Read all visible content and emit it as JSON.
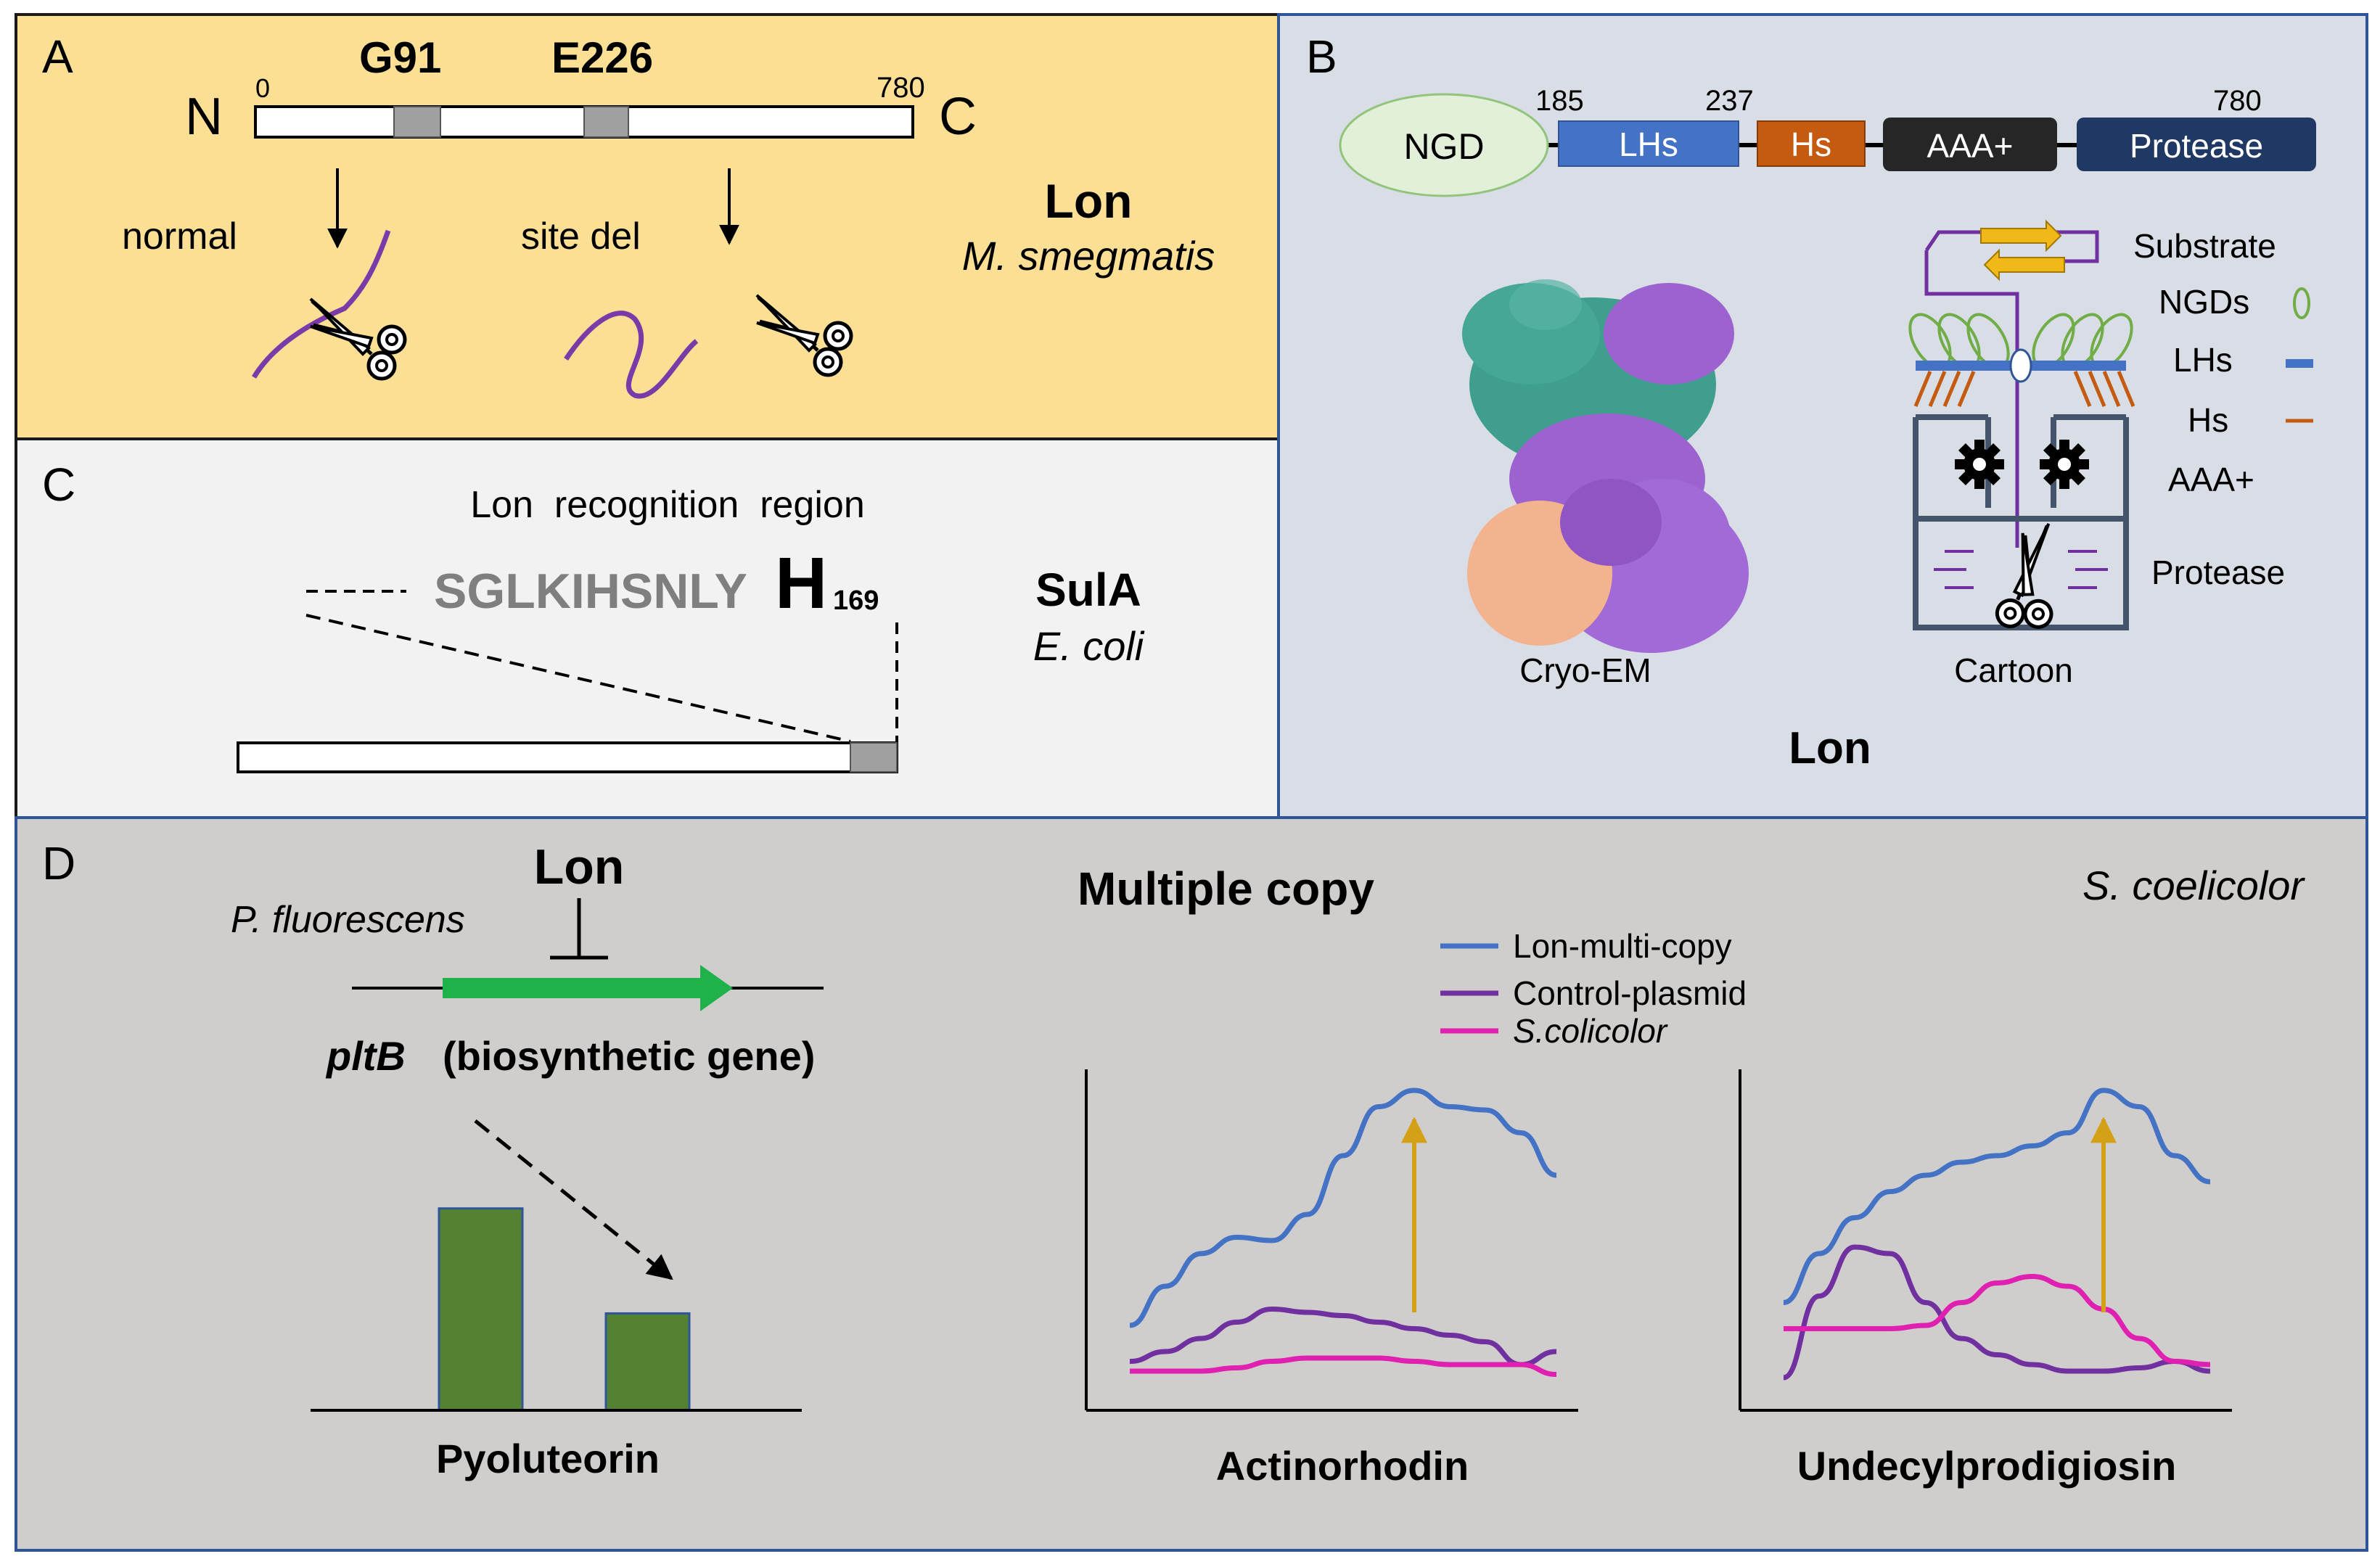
{
  "panel_a": {
    "letter": "A",
    "pos_start": "0",
    "pos_end": "780",
    "site1": "G91",
    "site2": "E226",
    "n_term": "N",
    "c_term": "C",
    "label_normal": "normal",
    "label_site_del": "site del",
    "protein": "Lon",
    "organism": "M. smegmatis",
    "colors": {
      "background": "#fbdf94",
      "border": "#1a1a1a",
      "site_box": "#a0a0a0",
      "substrate": "#7a3aa8"
    }
  },
  "panel_b": {
    "letter": "B",
    "domains": {
      "ngd": "NGD",
      "lhs": "LHs",
      "hs": "Hs",
      "aaa": "AAA+",
      "protease": "Protease"
    },
    "pos_185": "185",
    "pos_237": "237",
    "pos_780": "780",
    "legend": {
      "substrate": "Substrate",
      "ngds": "NGDs",
      "lhs": "LHs",
      "hs": "Hs",
      "aaa": "AAA+",
      "protease": "Protease"
    },
    "caption_cryo": "Cryo-EM",
    "caption_cartoon": "Cartoon",
    "title": "Lon",
    "colors": {
      "background": "#d9dde6",
      "ngd": "#e2f0d9",
      "lhs": "#4472c4",
      "hs": "#c55a11",
      "aaa": "#262626",
      "protease": "#1f3864",
      "teal": "#3f9e8e",
      "purple": "#a26ad6",
      "peach": "#f2b38e",
      "cartoon": "#44546a",
      "strand": "#f0b818"
    }
  },
  "panel_c": {
    "letter": "C",
    "region_label": "Lon  recognition  region",
    "sequence": "SGLKIHSNLY",
    "residue": "H",
    "residue_number": "169",
    "protein": "SulA",
    "organism": "E. coli",
    "colors": {
      "background": "#f2f2f2",
      "sequence": "#7f7f7f",
      "box": "#a0a0a0"
    }
  },
  "panel_d": {
    "letter": "D",
    "lon": "Lon",
    "organism_left": "P. fluorescens",
    "gene": "pltB",
    "gene_desc": "(biosynthetic gene)",
    "bar_label": "Pyoluteorin",
    "multi_title": "Multiple copy",
    "organism_right": "S. coelicolor",
    "chart1_label": "Actinorhodin",
    "chart2_label": "Undecylprodigiosin",
    "colors": {
      "background": "#d0cecd",
      "gene_arrow": "#1fb24a",
      "bar": "#548235",
      "bar_border": "#2f5597",
      "arrow_up": "#d4a017"
    }
  },
  "chart_data": [
    {
      "type": "bar",
      "categories": [
        "",
        ""
      ],
      "values": [
        1.0,
        0.48
      ],
      "xlabel": "Pyoluteorin",
      "ylim": [
        0,
        1.15
      ]
    },
    {
      "type": "line",
      "xlabel": "Actinorhodin",
      "x": [
        0,
        1,
        2,
        3,
        4,
        5,
        6,
        7,
        8,
        9,
        10,
        11,
        12
      ],
      "ylim": [
        0,
        1
      ],
      "series": [
        {
          "name": "Lon-multi-copy",
          "color": "#4472c4",
          "values": [
            0.26,
            0.38,
            0.48,
            0.53,
            0.52,
            0.6,
            0.78,
            0.93,
            0.98,
            0.93,
            0.92,
            0.85,
            0.72
          ]
        },
        {
          "name": "Control-plasmid",
          "color": "#7030a0",
          "values": [
            0.15,
            0.18,
            0.22,
            0.27,
            0.31,
            0.3,
            0.29,
            0.27,
            0.25,
            0.23,
            0.21,
            0.14,
            0.18
          ]
        },
        {
          "name": "S.colicolor",
          "color": "#e020b0",
          "values": [
            0.12,
            0.12,
            0.12,
            0.13,
            0.15,
            0.16,
            0.16,
            0.16,
            0.15,
            0.14,
            0.14,
            0.14,
            0.11
          ]
        }
      ],
      "legend_position": "top"
    },
    {
      "type": "line",
      "xlabel": "Undecylprodigiosin",
      "x": [
        0,
        1,
        2,
        3,
        4,
        5,
        6,
        7,
        8,
        9,
        10,
        11,
        12
      ],
      "ylim": [
        0,
        1
      ],
      "series": [
        {
          "name": "Lon-multi-copy",
          "color": "#4472c4",
          "values": [
            0.33,
            0.48,
            0.59,
            0.67,
            0.72,
            0.76,
            0.78,
            0.81,
            0.85,
            0.98,
            0.93,
            0.78,
            0.7
          ]
        },
        {
          "name": "Control-plasmid",
          "color": "#7030a0",
          "values": [
            0.1,
            0.35,
            0.5,
            0.48,
            0.33,
            0.22,
            0.17,
            0.14,
            0.12,
            0.12,
            0.13,
            0.15,
            0.12
          ]
        },
        {
          "name": "S.colicolor",
          "color": "#e020b0",
          "values": [
            0.25,
            0.25,
            0.25,
            0.25,
            0.26,
            0.33,
            0.39,
            0.41,
            0.38,
            0.31,
            0.22,
            0.15,
            0.14
          ]
        }
      ]
    }
  ]
}
